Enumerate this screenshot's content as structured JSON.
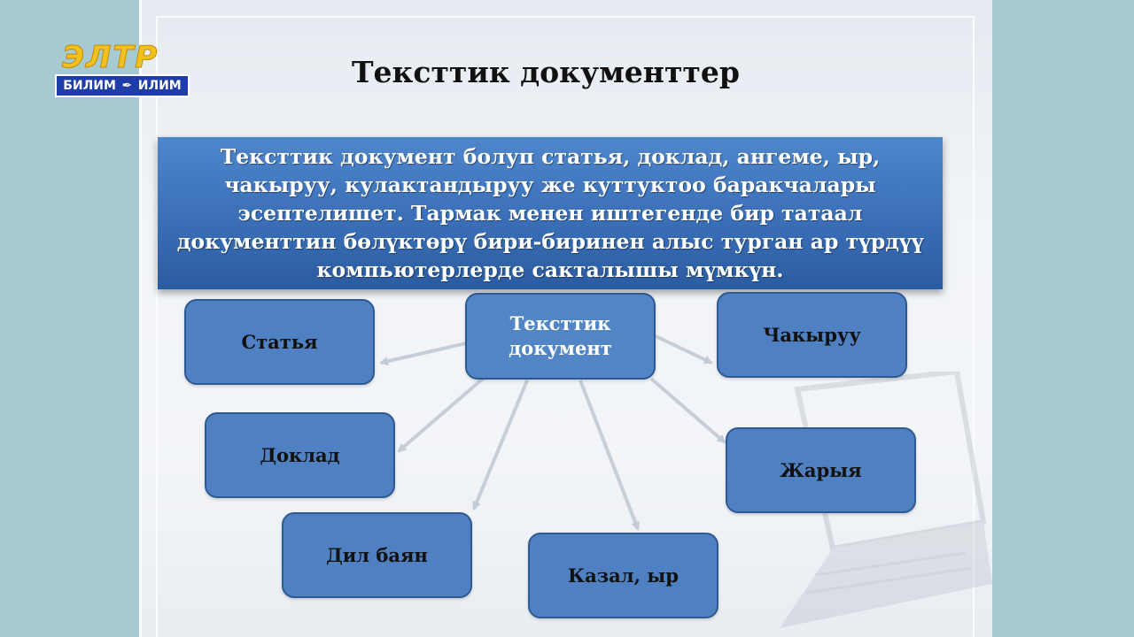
{
  "logo": {
    "top_text": "ЭЛТР",
    "left_word": "БИЛИМ",
    "right_word": "ИЛИМ",
    "icon": "feather-icon"
  },
  "slide": {
    "title": "Тексттик документтер",
    "description": "Тексттик документ болуп статья, доклад, ангеме, ыр, чакыруу, кулактандыруу же куттуктоо баракчалары эсептелишет. Тармак менен иштегенде бир татаал документтин бөлүктөрү бири-биринен алыс турган ар түрдүү компьютерлерде сакталышы мүмкүн."
  },
  "diagram": {
    "center": "Тексттик документ",
    "nodes": {
      "statya": "Статья",
      "chakyruu": "Чакыруу",
      "doklad": "Доклад",
      "zharyya": "Жарыя",
      "dil_bayan": "Дил баян",
      "kazal_yr": "Казал, ыр"
    }
  },
  "colors": {
    "node_fill": "#4f81c2",
    "node_border": "#2e5a94",
    "banner": "#3a6fb8",
    "arrow": "#c3cbd6",
    "background": "#a6cad1"
  }
}
